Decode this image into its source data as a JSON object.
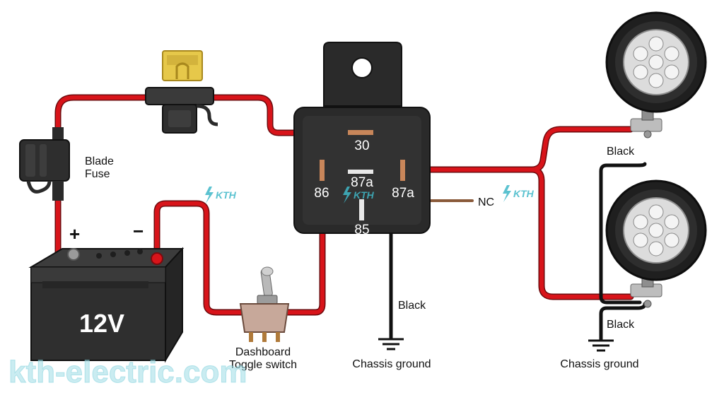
{
  "labels": {
    "blade_fuse_line1": "Blade",
    "blade_fuse_line2": "Fuse",
    "battery_plus": "+",
    "battery_minus": "−",
    "battery_voltage": "12V",
    "switch_line1": "Dashboard",
    "switch_line2": "Toggle switch",
    "relay_pin_30": "30",
    "relay_pin_86": "86",
    "relay_pin_87a": "87a",
    "relay_pin_87": "87a",
    "relay_pin_85": "85",
    "nc": "NC",
    "black_center": "Black",
    "chassis_ground_center": "Chassis ground",
    "black_top_light": "Black",
    "black_bottom_light": "Black",
    "chassis_ground_right": "Chassis ground",
    "watermark_kth": "KTH",
    "site_watermark": "kth-electric.com"
  },
  "colors": {
    "wire_red": "#d8141a",
    "wire_black": "#111111",
    "relay_body": "#2a2a2a",
    "fuse_body": "#2e2e2e",
    "fuse_blade": "#e6c84a",
    "battery_body": "#333333",
    "led_housing": "#2b2b2b",
    "watermark": "#3fb8c8"
  },
  "icons": {
    "watermark_logo": "lightning-bolt-icon",
    "ground_symbol": "ground-icon"
  }
}
